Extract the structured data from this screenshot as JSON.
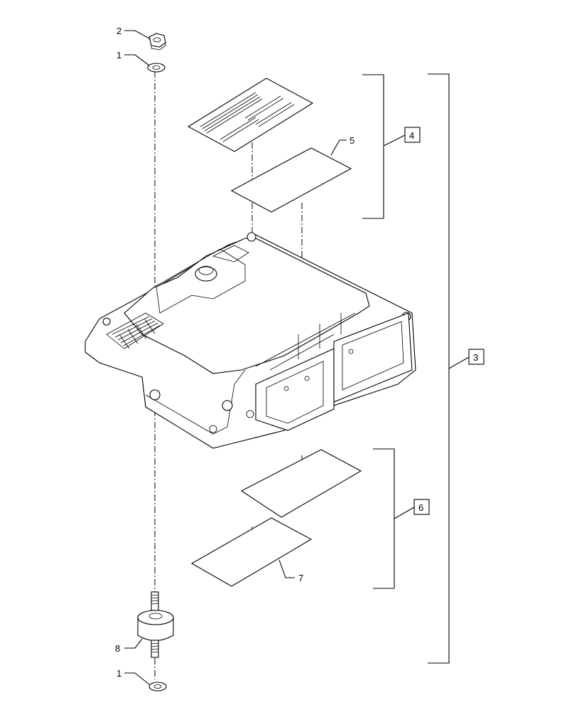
{
  "callouts": [
    {
      "id": "c2a",
      "label": "2"
    },
    {
      "id": "c1a",
      "label": "1"
    },
    {
      "id": "c4",
      "label": "4"
    },
    {
      "id": "c5",
      "label": "5"
    },
    {
      "id": "c3",
      "label": "3"
    },
    {
      "id": "c6",
      "label": "6"
    },
    {
      "id": "c7",
      "label": "7"
    },
    {
      "id": "c8",
      "label": "8"
    },
    {
      "id": "c1b",
      "label": "1"
    }
  ],
  "icons": [
    "nut-icon",
    "washer-icon",
    "label-sticker-icon",
    "gasket-sheet-icon",
    "ecu-module-icon",
    "rubber-mount-icon"
  ]
}
